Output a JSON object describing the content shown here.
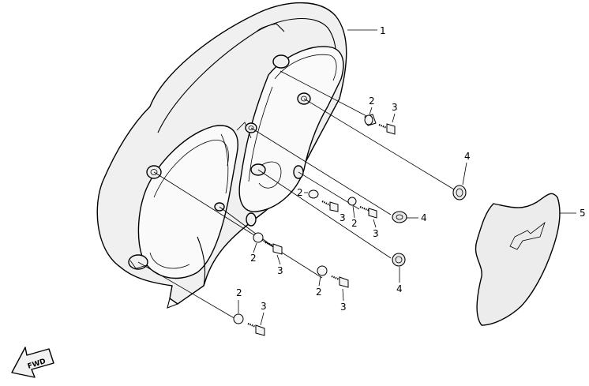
{
  "diagram": {
    "callouts": {
      "p1": "1",
      "p2": "2",
      "p3": "3",
      "p4": "4",
      "p5": "5"
    },
    "fwd_label": "FWD"
  }
}
